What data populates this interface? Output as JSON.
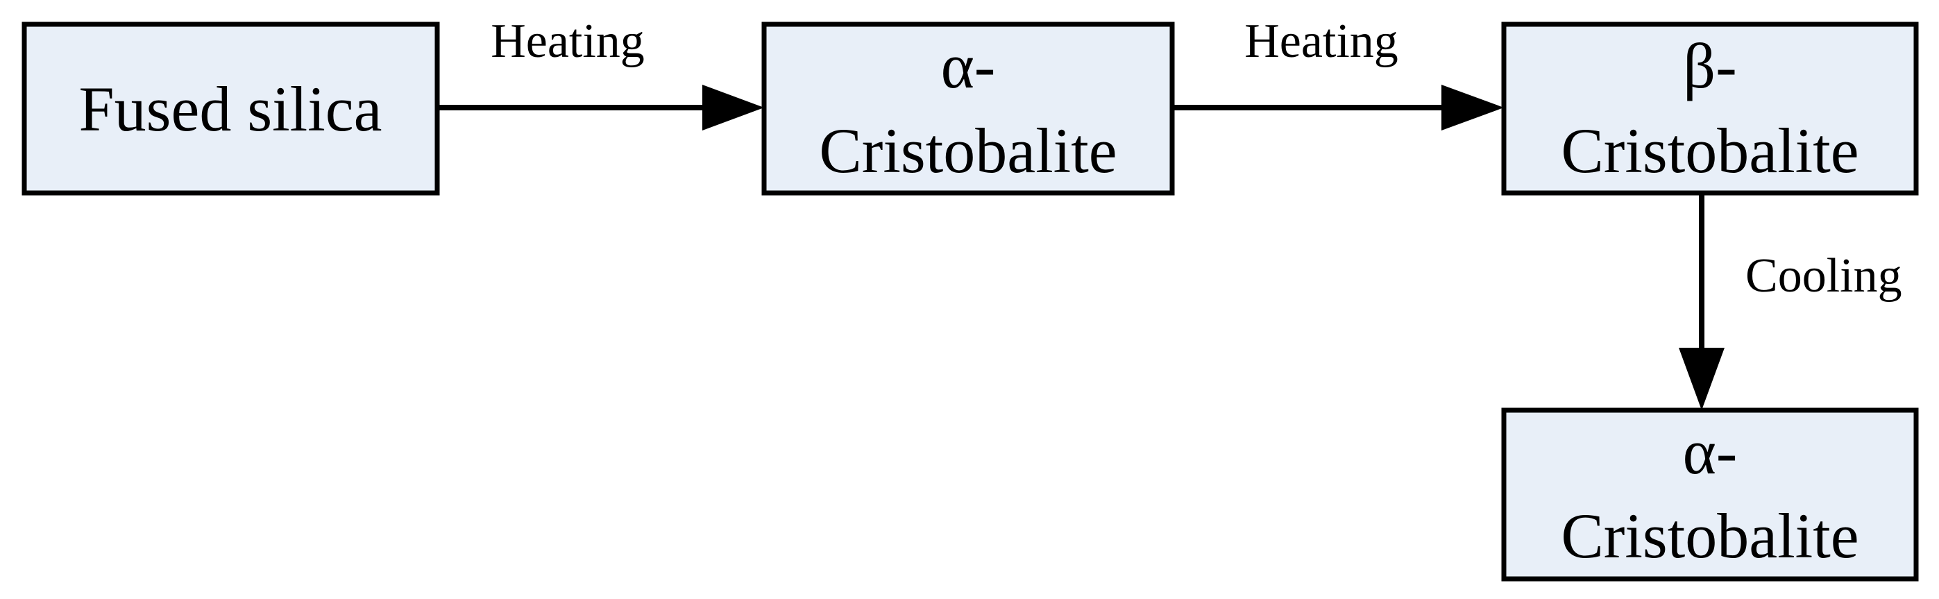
{
  "nodes": {
    "fused_silica": {
      "lines": [
        "Fused silica"
      ]
    },
    "alpha_cristobalite_1": {
      "lines": [
        "α-",
        "Cristobalite"
      ]
    },
    "beta_cristobalite": {
      "lines": [
        "β-",
        "Cristobalite"
      ]
    },
    "alpha_cristobalite_2": {
      "lines": [
        "α-",
        "Cristobalite"
      ]
    }
  },
  "edges": {
    "heating_1": {
      "label": "Heating",
      "from": "fused_silica",
      "to": "alpha_cristobalite_1"
    },
    "heating_2": {
      "label": "Heating",
      "from": "alpha_cristobalite_1",
      "to": "beta_cristobalite"
    },
    "cooling": {
      "label": "Cooling",
      "from": "beta_cristobalite",
      "to": "alpha_cristobalite_2"
    }
  },
  "colors": {
    "box_fill": "#e8eff8",
    "stroke": "#000000",
    "text": "#000000"
  }
}
